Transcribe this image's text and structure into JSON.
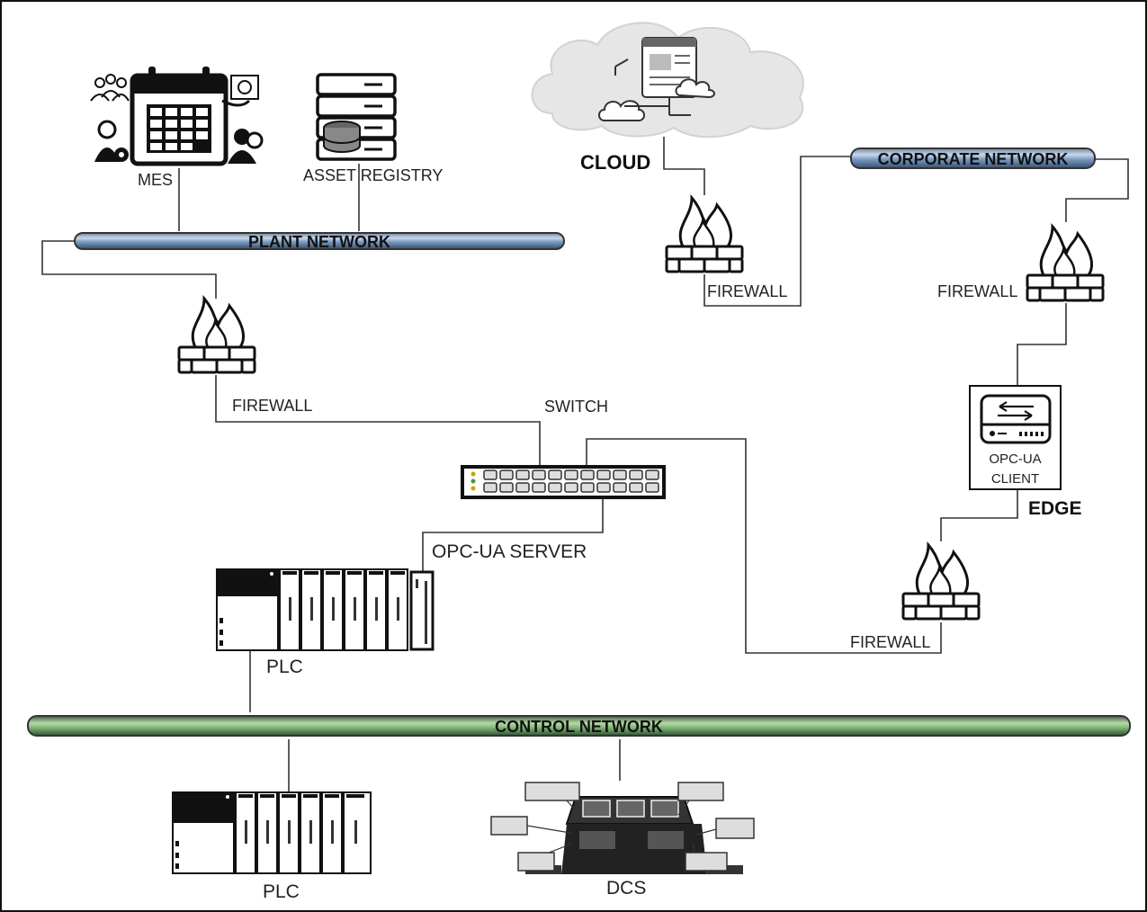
{
  "networks": {
    "plant": "PLANT NETWORK",
    "corporate": "CORPORATE NETWORK",
    "control": "CONTROL NETWORK"
  },
  "nodes": {
    "mes": "MES",
    "asset_registry": "ASSET REGISTRY",
    "cloud": "CLOUD",
    "firewall_cloud": "FIREWALL",
    "firewall_corporate": "FIREWALL",
    "firewall_plant": "FIREWALL",
    "switch": "SWITCH",
    "opcua_server": "OPC-UA SERVER",
    "edge_device_line1": "OPC-UA",
    "edge_device_line2": "CLIENT",
    "edge": "EDGE",
    "firewall_edge": "FIREWALL",
    "plc_top": "PLC",
    "plc_bottom": "PLC",
    "dcs": "DCS"
  },
  "colors": {
    "plant_pipe": "#7a9cc4",
    "corporate_pipe": "#7a9cc4",
    "control_pipe": "#7fb676",
    "line": "#333333"
  },
  "icons": [
    "mes-calendar-icon",
    "asset-registry-server-icon",
    "cloud-icon",
    "firewall-icon",
    "switch-icon",
    "edge-device-icon",
    "plc-icon",
    "dcs-console-icon"
  ]
}
